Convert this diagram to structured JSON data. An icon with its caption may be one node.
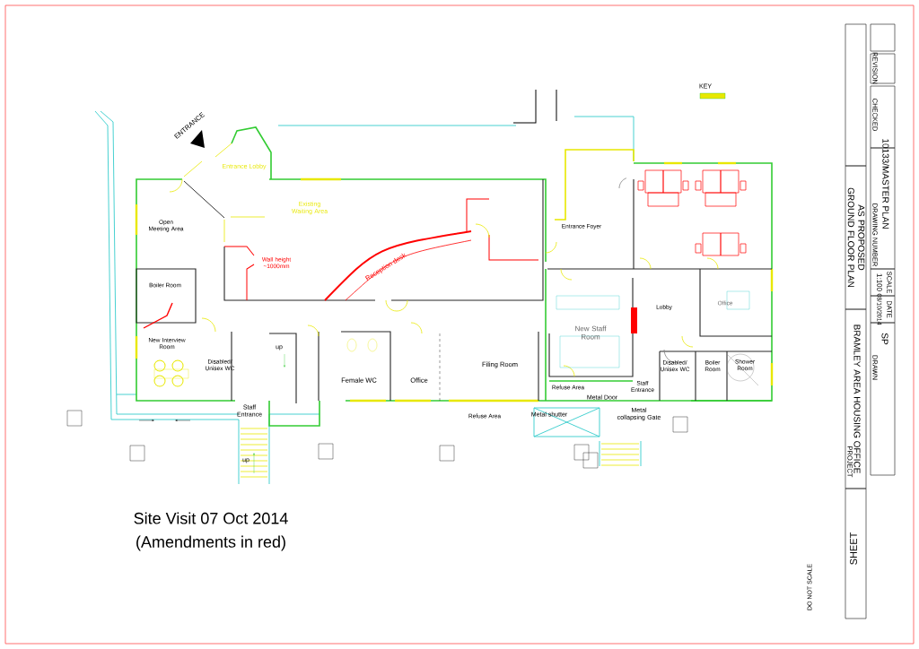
{
  "diagram": {
    "labels": [
      "ENTRANCE",
      "Entrance Lobby",
      "Open Meeting Area",
      "Existing Waiting Area",
      "Wall height ~1000mm",
      "Reception desk",
      "Boiler Room",
      "New Interview Room",
      "Disabled/ Unisex WC",
      "up",
      "Staff Entrance",
      "Female WC",
      "Office",
      "Filing Room",
      "Refuse Area",
      "up",
      "Entrance Foyer",
      "New Staff Room",
      "Lobby",
      "Office",
      "Disabled/ Unisex WC",
      "Boiler Room",
      "Shower Room",
      "Refuse Area",
      "Staff Entrance",
      "Metal shutter",
      "Metal Door",
      "Metal collapsing Gate",
      "KEY",
      "Site Visit 07 Oct 2014",
      "(Amendments in red)",
      "10133/MASTER PLAN",
      "1:100",
      "08/10/2014",
      "SP",
      "AS PROPOSED GROUND FLOOR PLAN",
      "BRAMLEY AREA HOUSING OFFICE",
      "DO NOT SCALE",
      "SHEET",
      "REVISION",
      "CHECKED",
      "DRAWING NUMBER",
      "SCALE",
      "DATE",
      "DRAWN",
      "PROJECT"
    ]
  }
}
